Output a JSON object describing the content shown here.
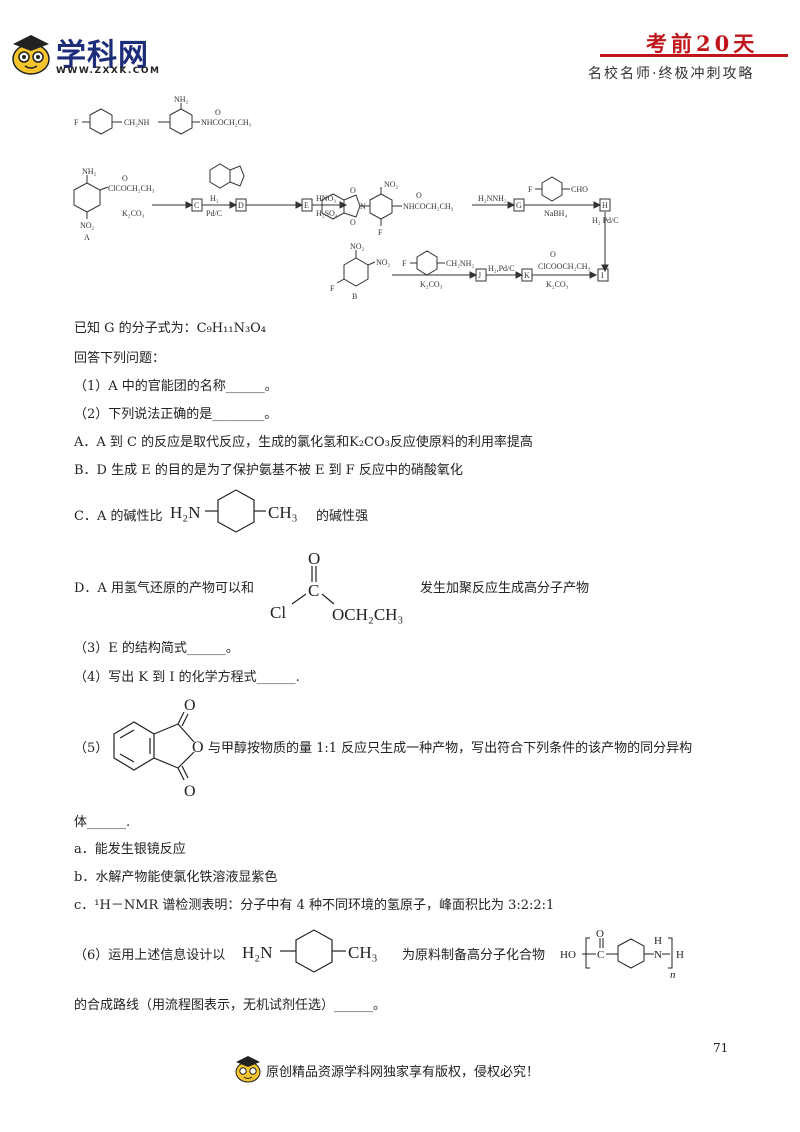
{
  "header": {
    "logo_text": "学科网",
    "logo_url": "WWW.ZXXK.COM",
    "right_title": "考前20天",
    "right_subtitle": "名校名师·终极冲刺攻略"
  },
  "scheme": {
    "top_mol": {
      "f": "F",
      "ch2nh": "CH₂NH",
      "nh2": "NH₂",
      "chain": "NHCOCH₂CH₃",
      "o": "O"
    },
    "A": {
      "label": "A",
      "nh2": "NH₂",
      "no2": "NO₂"
    },
    "reag1": {
      "top": "ClCOCH₂CH₃",
      "o": "O",
      "bottom": "K₂CO₃"
    },
    "box_C": "C",
    "reag2": {
      "top": "H₂",
      "bottom": "Pd/C"
    },
    "box_D": "D",
    "box_E": "E",
    "reag3": {
      "top": "HNO₃",
      "bottom": "H₂SO₄"
    },
    "mid_mol": {
      "no2": "NO₂",
      "chain": "NHCOCH₂CH₃",
      "f": "F",
      "n": "N",
      "o": "O"
    },
    "reag4": {
      "top": "H₂NNH₂"
    },
    "box_G": "G",
    "reag5": {
      "f": "F",
      "cho": "CHO",
      "bottom": "NaBH₄"
    },
    "box_H": "H",
    "reag6": {
      "label": "H₂ Pd/C"
    },
    "B": {
      "label": "B",
      "no2a": "NO₂",
      "no2b": "NO₂",
      "f": "F"
    },
    "reag7": {
      "f": "F",
      "ch2nh2": "CH₂NH₂",
      "bottom": "K₂CO₃"
    },
    "box_J": "J",
    "reag8": {
      "top": "H₂,Pd/C"
    },
    "box_K": "K",
    "reag9": {
      "top": "ClCOOCH₂CH₃",
      "o": "O",
      "bottom": "K₂CO₃"
    },
    "box_I": "I"
  },
  "content": {
    "known": "已知 G 的分子式为：C₉H₁₁N₃O₄",
    "answer_prompt": "回答下列问题：",
    "q1": "（1）A 中的官能团的名称______。",
    "q2": "（2）下列说法正确的是________。",
    "optA": "A．A 到 C 的反应是取代反应，生成的氯化氢和K₂CO₃反应使原料的利用率提高",
    "optB": "B．D 生成 E 的目的是为了保护氨基不被 E 到 F 反应中的硝酸氧化",
    "optC_pre": "C．A 的碱性比",
    "optC_post": "的碱性强",
    "mol_toluidine": {
      "h2n": "H₂N",
      "ch3": "CH₃"
    },
    "optD_pre": "D．A 用氢气还原的产物可以和",
    "optD_post": "发生加聚反应生成高分子产物",
    "ethylchloroformate": {
      "o": "O",
      "c": "C",
      "cl": "Cl",
      "och2ch3": "OCH₂CH₃"
    },
    "q3": "（3）E 的结构简式______。",
    "q4": "（4）写出 K 到 I 的化学方程式______.",
    "q5_label": "（5）",
    "q5_text": "与甲醇按物质的量 1:1 反应只生成一种产物，写出符合下列条件的该产物的同分异构",
    "phthalic": {
      "o1": "O",
      "o2": "O",
      "o3": "O"
    },
    "q5_cont": "体______.",
    "cond_a": "a．能发生银镜反应",
    "cond_b": "b．水解产物能使氯化铁溶液显紫色",
    "cond_c": "c．¹H－NMR 谱检测表明：分子中有 4 种不同环境的氢原子，峰面积比为 3:2:2:1",
    "q6_pre": "（6）运用上述信息设计以",
    "q6_mid": "为原料制备高分子化合物",
    "polymer": {
      "ho": "HO",
      "o": "O",
      "c": "C",
      "n": "N",
      "h": "H",
      "h2": "H",
      "sub_n": "n"
    },
    "q6_post": "的合成路线（用流程图表示，无机试剂任选）______。"
  },
  "page_number": "71",
  "footer": {
    "text": "原创精品资源学科网独家享有版权，侵权必究！"
  }
}
